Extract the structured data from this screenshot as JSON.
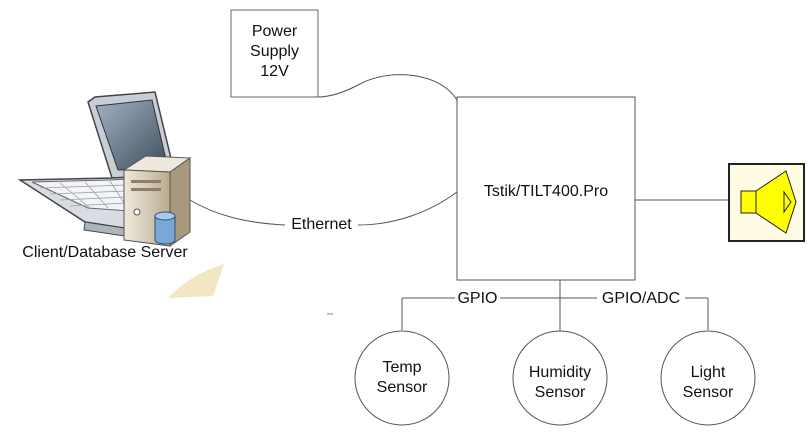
{
  "power_supply": {
    "label": "Power\nSupply\n12V"
  },
  "controller": {
    "label": "Tstik/TILT400.Pro"
  },
  "client": {
    "label": "Client/Database Server"
  },
  "connections": {
    "ethernet": "Ethernet",
    "gpio": "GPIO",
    "gpio_adc": "GPIO/ADC"
  },
  "sensors": [
    {
      "label": "Temp\nSensor"
    },
    {
      "label": "Humidity\nSensor"
    },
    {
      "label": "Light\nSensor"
    }
  ],
  "colors": {
    "line": "#555555",
    "speaker_fill": "#ffff00",
    "speaker_frame": "#fffce0",
    "laptop_body": "#d8dce2",
    "laptop_screen": "#6a7a8a",
    "tower": "#cbbfa6",
    "db_cylinder": "#7aa7d8",
    "decor_wedge": "#f3e6c2"
  }
}
